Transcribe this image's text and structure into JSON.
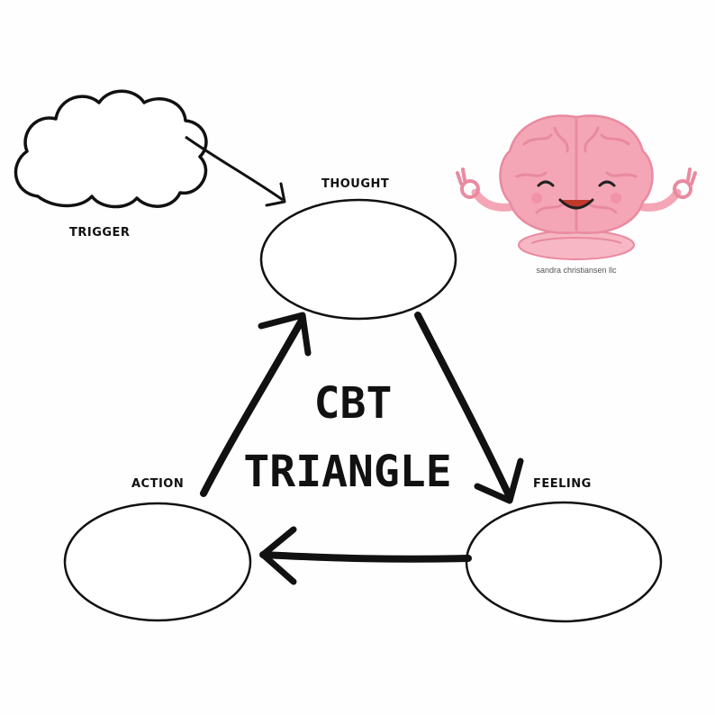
{
  "title": {
    "line1": "CBT",
    "line2": "TRIANGLE"
  },
  "nodes": {
    "trigger": "TRIGGER",
    "thought": "THOUGHT",
    "feeling": "FEELING",
    "action": "ACTION"
  },
  "illustration": {
    "icon": "meditating-brain",
    "credit": "sandra christiansen llc"
  },
  "colors": {
    "stroke": "#111111",
    "brain_pink": "#f4a6b6",
    "brain_dark": "#e98aa0"
  }
}
